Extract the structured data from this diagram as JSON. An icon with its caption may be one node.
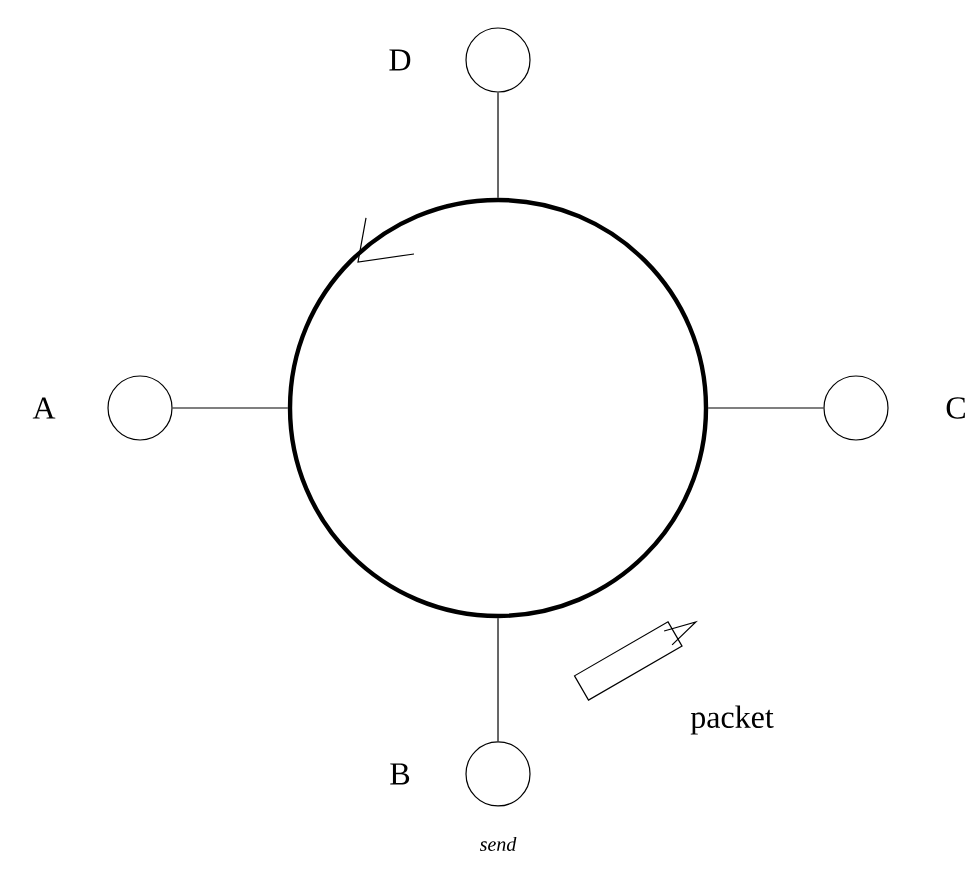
{
  "diagram": {
    "nodes": [
      {
        "text": [],
        "shape": "circle"
      },
      {
        "text": [],
        "shape": "circle",
        "beside": [
          "D"
        ]
      },
      {
        "text": [],
        "shape": "circle",
        "beside": [
          "A"
        ]
      },
      {
        "text": [],
        "shape": "circle",
        "beside": [
          "C"
        ]
      },
      {
        "text": [],
        "shape": "circle",
        "beside": [
          "B",
          "send"
        ]
      }
    ],
    "edges": [
      {
        "from": 1,
        "to": 0,
        "arrow": "none"
      },
      {
        "from": 2,
        "to": 0,
        "arrow": "none"
      },
      {
        "from": 3,
        "to": 0,
        "arrow": "none"
      },
      {
        "from": 4,
        "to": 0,
        "arrow": "none"
      }
    ],
    "labels": [
      "packet"
    ]
  }
}
